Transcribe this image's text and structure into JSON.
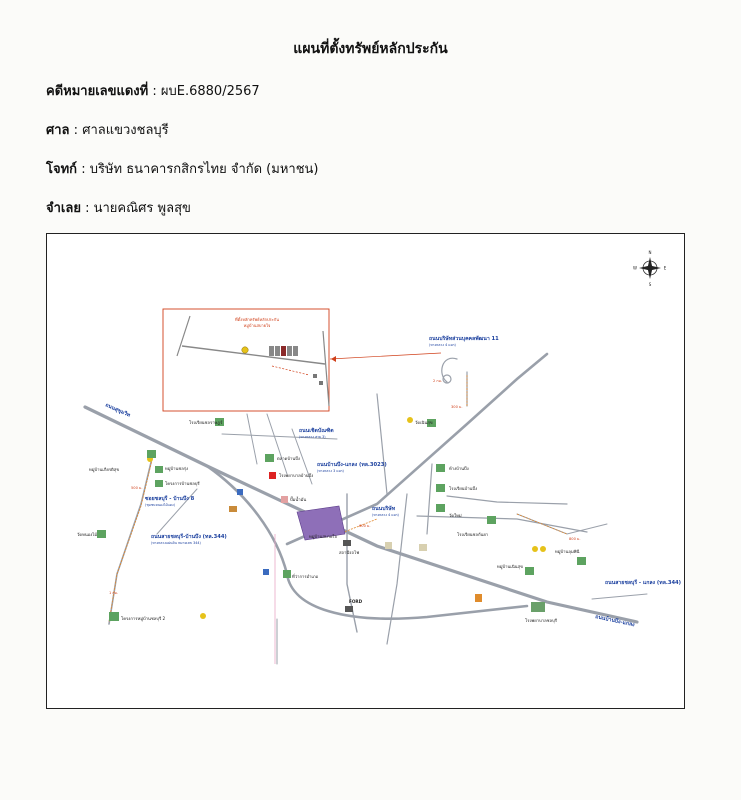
{
  "document": {
    "title": "แผนที่ตั้งทรัพย์หลักประกัน",
    "case": {
      "label": "คดีหมายเลขแดงที่",
      "value": "ผบE.6880/2567"
    },
    "court": {
      "label": "ศาล",
      "value": "ศาลแขวงชลบุรี"
    },
    "plaintiff": {
      "label": "โจทก์",
      "value": "บริษัท ธนาคารกสิกรไทย จำกัด (มหาชน)"
    },
    "defendant": {
      "label": "จำเลย",
      "value": "นายคณิศร พูลสุข"
    }
  },
  "map": {
    "compass": {
      "n": "N",
      "s": "S",
      "e": "E",
      "w": "W"
    },
    "inset": {
      "title": "ที่ตั้งหลักทรัพย์หลักประกัน",
      "subtitle": "หมู่บ้านสบายใจ"
    },
    "roads": {
      "sukhumvit_top": "ถนนสุขุมวิท",
      "main_road": "ถนนบ้านบึง-แกลง",
      "road_a": "ถนนเชิดบัณฑิต",
      "road_a_sub": "(ทางหลวง สาย 3)",
      "road_b": "ถนนบ้านบึง-แกลง (ทล.3023)",
      "road_b_sub": "(ทางหลวง 3 แยก)",
      "road_c": "ซอยชลบุรี - บ้านบึง 8",
      "road_c_sub": "(ชุมชนหนองไม้แดง)",
      "road_d": "ถนนสายชลบุรี-บ้านบึง (ทล.344)",
      "road_d_sub": "(ทางหลวงแผ่นดิน หมายเลข 344)",
      "road_e": "ถนนบริษัท",
      "road_e_sub": "(ทางหลวง 4 แยก)",
      "road_f": "ถนนสายชลบุรี - แกลง (ทล.344)",
      "road_g": "ถนนบริษัทส่วนบุคคลพัฒนา 11",
      "road_g_sub": "(ทางหลวง 4 แยก)"
    },
    "places": {
      "school_1": "โรงเรียนชลราษฎร์",
      "village_1": "หมู่บ้านเกียรติสุข",
      "temp_1": "วัดหนองไม้แดง",
      "village_2": "หมู่บ้านชลรุ่ง",
      "shop_1": "โครงการบ้านชลบุรี",
      "market_1": "ตลาดบ้านบึง",
      "hospital_1": "โรงพยาบาลบ้านบึง",
      "gas_1": "ปั๊มน้ำมัน",
      "temple_2": "วัดเนินสุข",
      "mall_1": "ห้างบ้านบึง",
      "school_2": "โรงเรียนบ้านบึง",
      "village_3": "โครงการหมู่บ้านชลบุรี 2",
      "village_4": "หมู่บ้านลุมพินี",
      "temple_3": "วัดใหม่",
      "school_3": "โรงเรียนชลกันยา",
      "subject": "หมู่บ้านสบายใจ",
      "ford": "FORD",
      "gov_1": "ที่ว่าการอำเภอ",
      "hospital_2": "โรงพยาบาลชลบุรี",
      "village_5": "หมู่บ้านเนินสุข",
      "station": "สถานีรถไฟ"
    },
    "distances": {
      "d1": "500 ม.",
      "d2": "1 กม.",
      "d3": "300 ม.",
      "d4": "2 กม.",
      "d5": "800 ม.",
      "d6": "600 ม."
    }
  }
}
